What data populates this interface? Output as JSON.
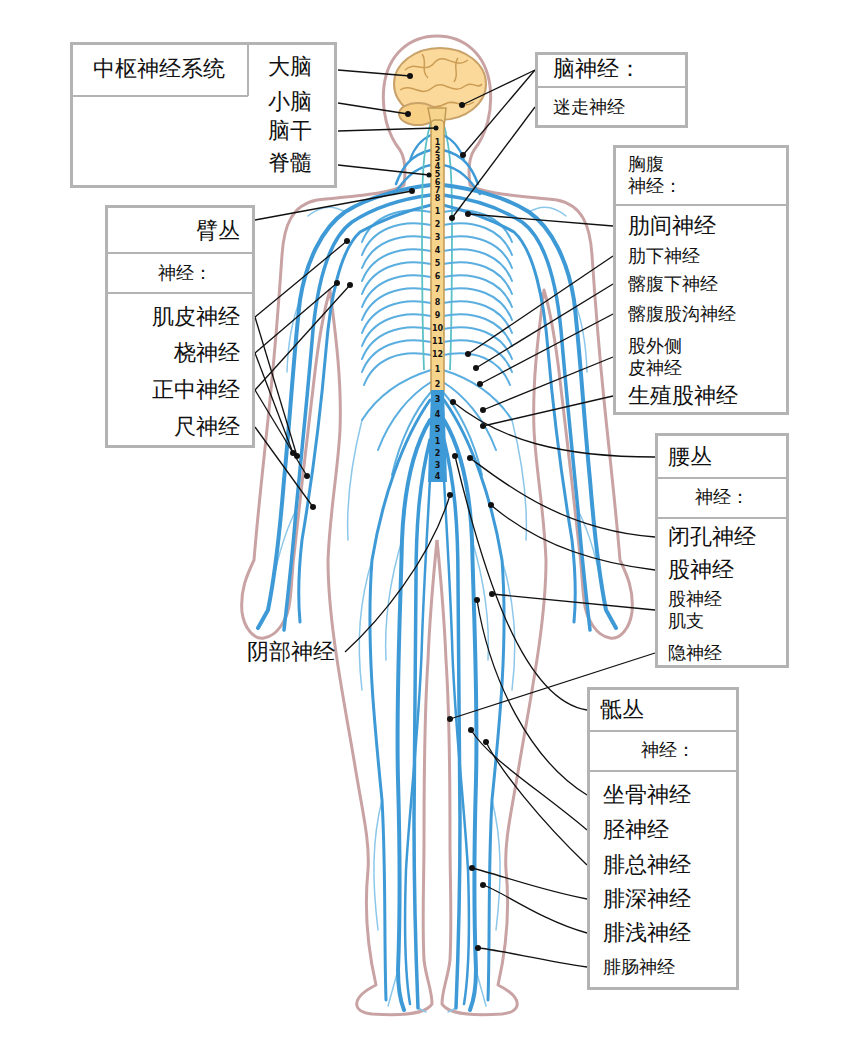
{
  "diagram": {
    "nodes": [
      {
        "text": [
          "中枢神经系统",
          "大脑",
          "小脑",
          "脑干",
          "脊髓"
        ]
      },
      {
        "text": [
          "脑神经：",
          "迷走神经"
        ]
      },
      {
        "text": [
          "胸腹 神经：",
          "肋间神经",
          "肋下神经",
          "髂腹下神经",
          "髂腹股沟神经",
          "股外侧 皮神经",
          "生殖股神经"
        ]
      },
      {
        "text": [
          "臂丛",
          "神经：",
          "肌皮神经",
          "桡神经",
          "正中神经",
          "尺神经"
        ]
      },
      {
        "text": [
          "腰丛",
          "神经：",
          "闭孔神经",
          "股神经",
          "股神经 肌支",
          "隐神经"
        ]
      },
      {
        "text": [
          "骶丛",
          "神经：",
          "坐骨神经",
          "胫神经",
          "腓总神经",
          "腓深神经",
          "腓浅神经",
          "腓肠神经"
        ]
      }
    ],
    "labels": [
      "阴部神经",
      "1",
      "2",
      "3",
      "4",
      "5",
      "6",
      "7",
      "8",
      "1",
      "2",
      "3",
      "4",
      "5",
      "6",
      "7",
      "8",
      "9",
      "10",
      "11",
      "12",
      "1",
      "2",
      "3",
      "4",
      "5",
      "1",
      "2",
      "3",
      "4"
    ]
  }
}
